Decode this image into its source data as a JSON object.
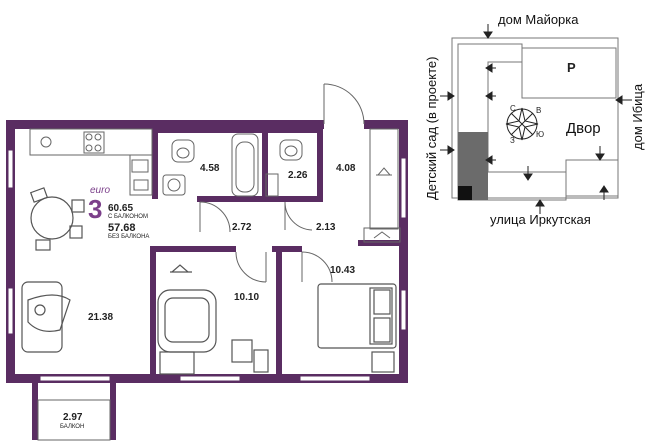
{
  "colors": {
    "wall": "#5a2d62",
    "accent": "#7b3f8a",
    "line": "#555555",
    "kindergarten": "#6b6b6b"
  },
  "apartment": {
    "class_label": "euro",
    "rooms": "3",
    "area_with_balcony": "60.65",
    "with_balcony_label": "С БАЛКОНОМ",
    "area_without_balcony": "57.68",
    "without_balcony_label": "БЕЗ БАЛКОНА"
  },
  "rooms": {
    "bathroom_a": "4.58",
    "bathroom_b": "2.26",
    "wardrobe": "4.08",
    "hall_a": "2.72",
    "hall_b": "2.13",
    "living_kitchen": "21.38",
    "bedroom_small": "10.10",
    "bedroom_large": "10.43",
    "balcony_area": "2.97",
    "balcony_label": "БАЛКОН"
  },
  "site_map": {
    "north_label": "дом Майорка",
    "east_label": "дом Ибица",
    "south_label": "улица Иркутская",
    "west_label": "Детский сад (в проекте)",
    "yard_label": "Двор",
    "parking_label": "Р",
    "compass": {
      "n": "С",
      "s": "Ю",
      "e": "В",
      "w": "З"
    }
  }
}
